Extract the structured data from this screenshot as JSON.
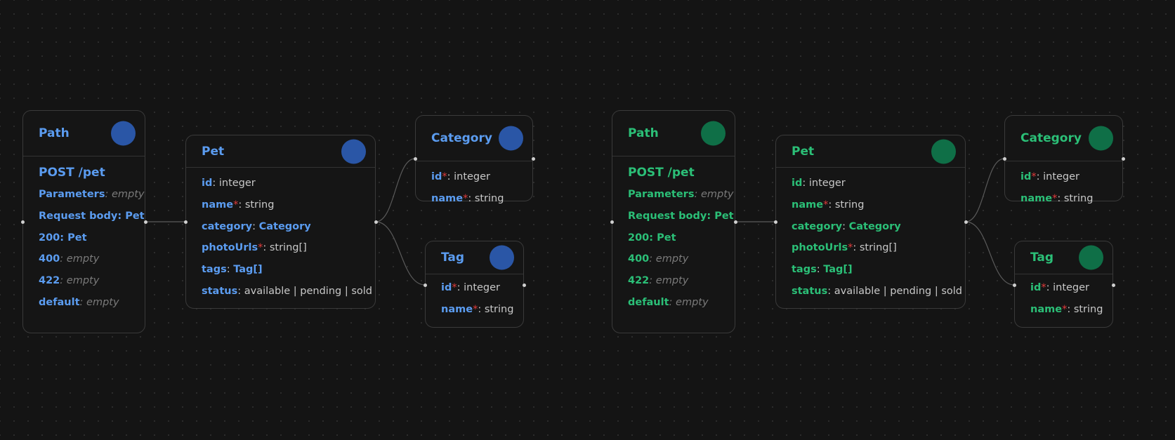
{
  "groups": [
    {
      "theme": "blue",
      "color": "#5b9cf0",
      "path": {
        "title": "Path",
        "endpoint": "POST /pet",
        "rows": [
          {
            "key": "Parameters",
            "sep": ": ",
            "value": "empty"
          },
          {
            "key": "Request body",
            "sep": ": ",
            "value": "Pet"
          },
          {
            "key": "200",
            "sep": ": ",
            "value": "Pet"
          },
          {
            "key": "400",
            "sep": ": ",
            "value": "empty"
          },
          {
            "key": "422",
            "sep": ": ",
            "value": "empty"
          },
          {
            "key": "default",
            "sep": ": ",
            "value": "empty"
          }
        ]
      },
      "pet": {
        "title": "Pet",
        "rows": [
          {
            "key": "id",
            "required": false,
            "sep": ": ",
            "value": "integer"
          },
          {
            "key": "name",
            "required": true,
            "sep": ": ",
            "value": "string"
          },
          {
            "key": "category",
            "required": false,
            "sep": ": ",
            "value": "Category"
          },
          {
            "key": "photoUrls",
            "required": true,
            "sep": ": ",
            "value": "string[]"
          },
          {
            "key": "tags",
            "required": false,
            "sep": ": ",
            "value": "Tag[]"
          },
          {
            "key": "status",
            "required": false,
            "sep": ": ",
            "value": "available | pending | sold"
          }
        ]
      },
      "category": {
        "title": "Category",
        "rows": [
          {
            "key": "id",
            "required": true,
            "sep": ": ",
            "value": "integer"
          },
          {
            "key": "name",
            "required": true,
            "sep": ": ",
            "value": "string"
          }
        ]
      },
      "tag": {
        "title": "Tag",
        "rows": [
          {
            "key": "id",
            "required": true,
            "sep": ": ",
            "value": "integer"
          },
          {
            "key": "name",
            "required": true,
            "sep": ": ",
            "value": "string"
          }
        ]
      }
    },
    {
      "theme": "green",
      "color": "#2bbf77",
      "path": {
        "title": "Path",
        "endpoint": "POST /pet",
        "rows": [
          {
            "key": "Parameters",
            "sep": ": ",
            "value": "empty"
          },
          {
            "key": "Request body",
            "sep": ": ",
            "value": "Pet"
          },
          {
            "key": "200",
            "sep": ": ",
            "value": "Pet"
          },
          {
            "key": "400",
            "sep": ": ",
            "value": "empty"
          },
          {
            "key": "422",
            "sep": ": ",
            "value": "empty"
          },
          {
            "key": "default",
            "sep": ": ",
            "value": "empty"
          }
        ]
      },
      "pet": {
        "title": "Pet",
        "rows": [
          {
            "key": "id",
            "required": false,
            "sep": ": ",
            "value": "integer"
          },
          {
            "key": "name",
            "required": true,
            "sep": ": ",
            "value": "string"
          },
          {
            "key": "category",
            "required": false,
            "sep": ": ",
            "value": "Category"
          },
          {
            "key": "photoUrls",
            "required": true,
            "sep": ": ",
            "value": "string[]"
          },
          {
            "key": "tags",
            "required": false,
            "sep": ": ",
            "value": "Tag[]"
          },
          {
            "key": "status",
            "required": false,
            "sep": ": ",
            "value": "available | pending | sold"
          }
        ]
      },
      "category": {
        "title": "Category",
        "rows": [
          {
            "key": "id",
            "required": true,
            "sep": ": ",
            "value": "integer"
          },
          {
            "key": "name",
            "required": true,
            "sep": ": ",
            "value": "string"
          }
        ]
      },
      "tag": {
        "title": "Tag",
        "rows": [
          {
            "key": "id",
            "required": true,
            "sep": ": ",
            "value": "integer"
          },
          {
            "key": "name",
            "required": true,
            "sep": ": ",
            "value": "string"
          }
        ]
      }
    }
  ],
  "colors": {
    "background": "#141414",
    "required_marker": "#e03c3c",
    "empty_value": "#7a7a7a",
    "edge": "#5a5a5a",
    "blue_dot": "#2a56a6",
    "green_dot": "#0f6f47"
  }
}
